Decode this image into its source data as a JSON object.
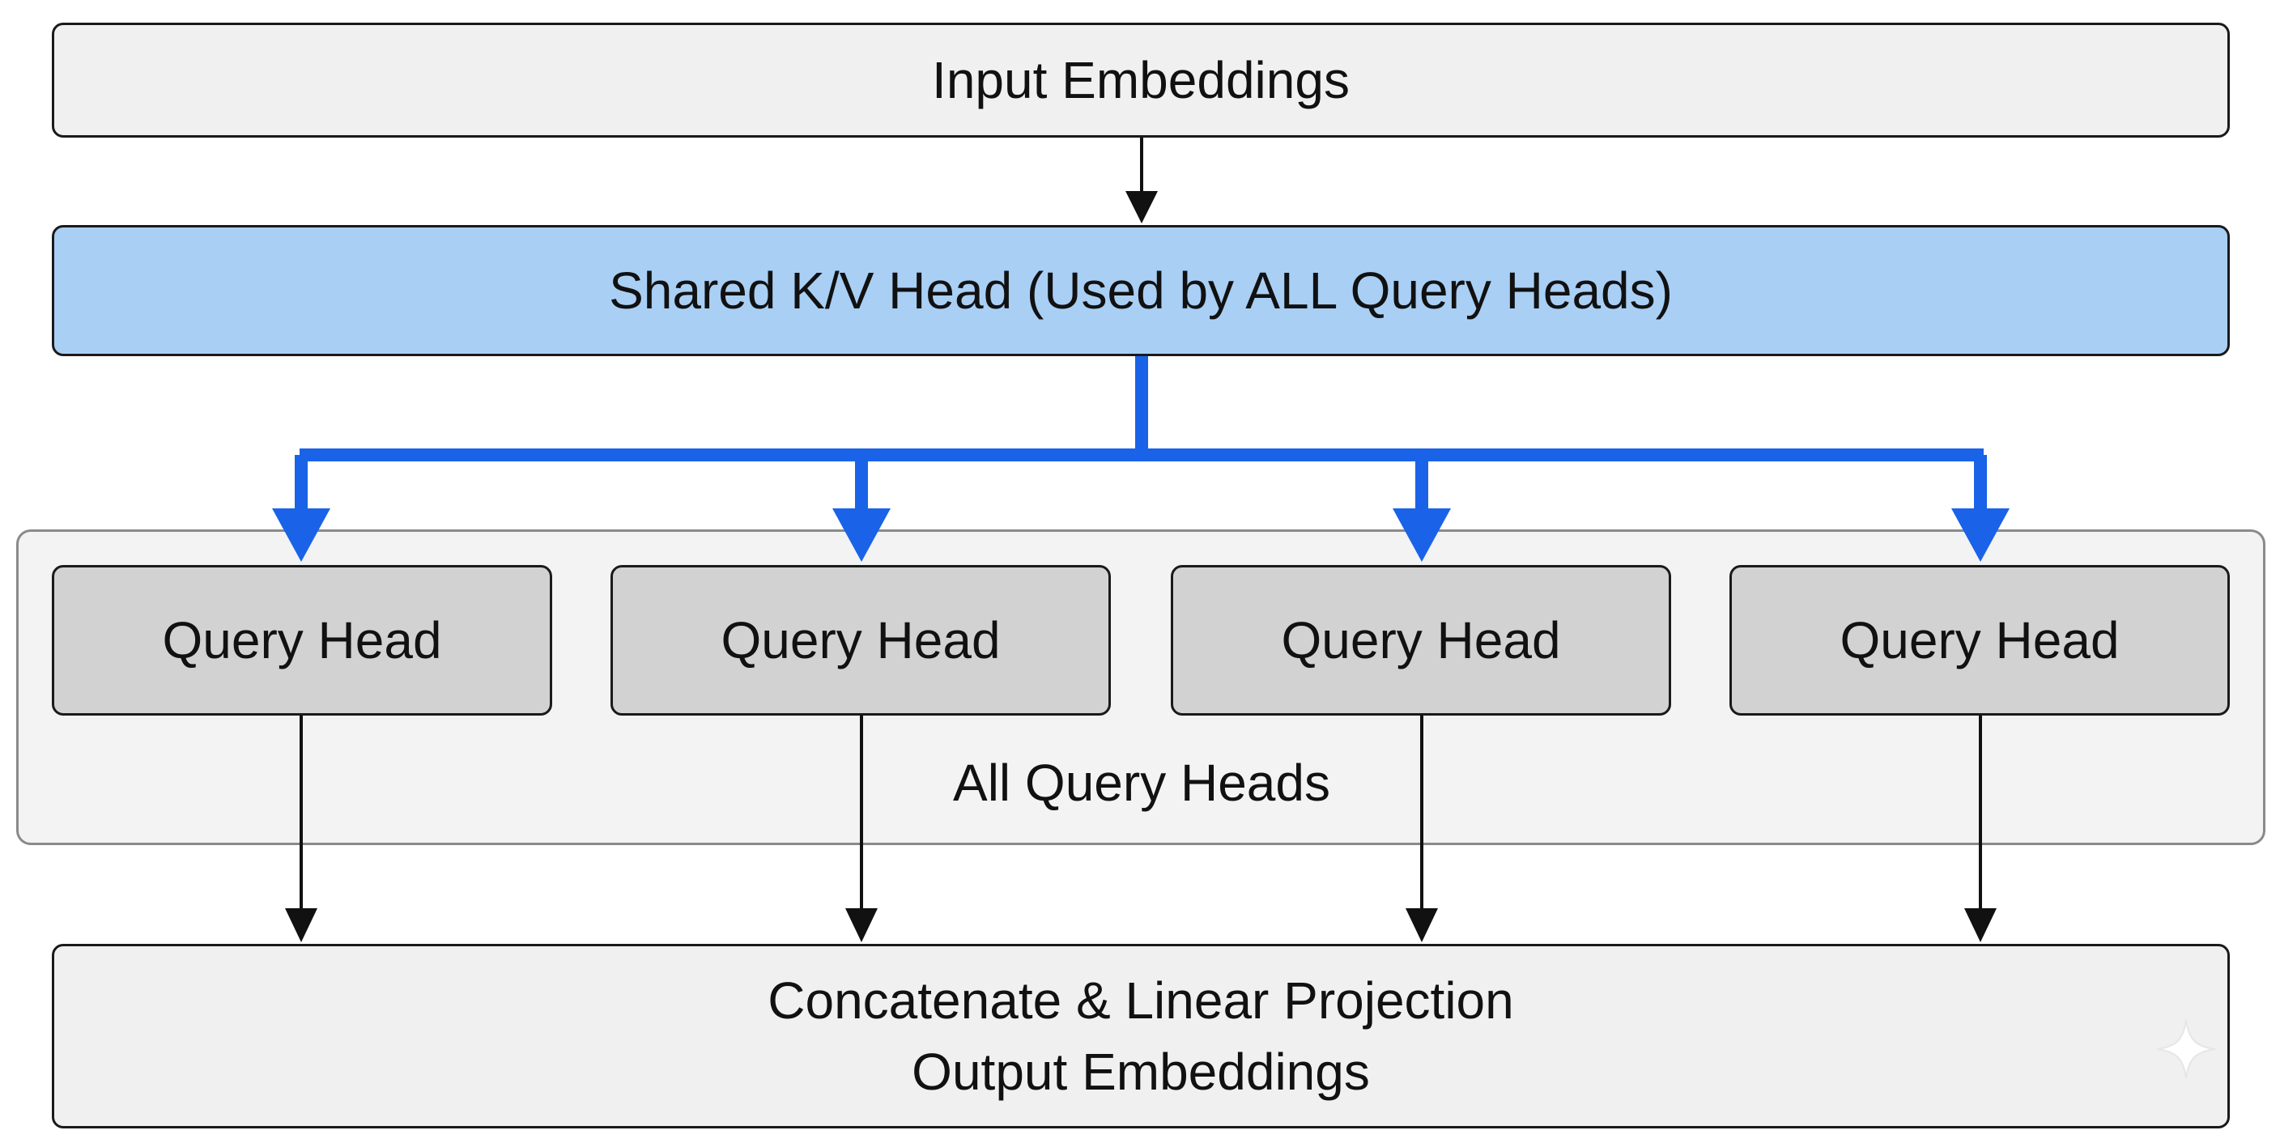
{
  "diagram": {
    "input": {
      "label": "Input Embeddings"
    },
    "shared_kv": {
      "label": "Shared K/V Head (Used by ALL Query Heads)"
    },
    "query_group": {
      "label": "All Query Heads"
    },
    "query_heads": [
      {
        "label": "Query Head"
      },
      {
        "label": "Query Head"
      },
      {
        "label": "Query Head"
      },
      {
        "label": "Query Head"
      }
    ],
    "output": {
      "line1": "Concatenate & Linear Projection",
      "line2": "Output Embeddings"
    }
  },
  "colors": {
    "kv_fill": "#a9cff5",
    "query_fill": "#d2d2d2",
    "box_fill": "#f0f0f0",
    "accent_arrow": "#1a63e8",
    "arrow": "#111111"
  },
  "icons": {
    "watermark": "sparkle-icon"
  }
}
